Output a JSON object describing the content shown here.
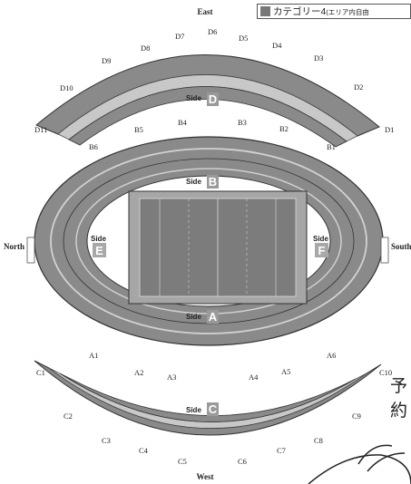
{
  "legend": {
    "swatch_color": "#777777",
    "main": "カテゴリー4",
    "sub": "(エリア内自由"
  },
  "cropped_text": "予約",
  "compass": {
    "east": "East",
    "west": "West",
    "north": "North",
    "south": "South"
  },
  "side_word": "Side",
  "sides": {
    "a": "A",
    "b": "B",
    "c": "C",
    "d": "D",
    "e": "E",
    "f": "F"
  },
  "blocks": {
    "d": [
      "D1",
      "D2",
      "D3",
      "D4",
      "D5",
      "D6",
      "D7",
      "D8",
      "D9",
      "D10",
      "D11"
    ],
    "b": [
      "B1",
      "B2",
      "B3",
      "B4",
      "B5",
      "B6"
    ],
    "a": [
      "A1",
      "A2",
      "A3",
      "A4",
      "A5",
      "A6"
    ],
    "c": [
      "C1",
      "C2",
      "C3",
      "C4",
      "C5",
      "C6",
      "C7",
      "C8",
      "C9",
      "C10"
    ]
  },
  "colors": {
    "seat": "#8a8a8a",
    "seat_light": "#b4b4b4",
    "field": "#7c7c7c",
    "side_box": "#9a9a9a",
    "side_e_f": "#a8a8a8"
  }
}
